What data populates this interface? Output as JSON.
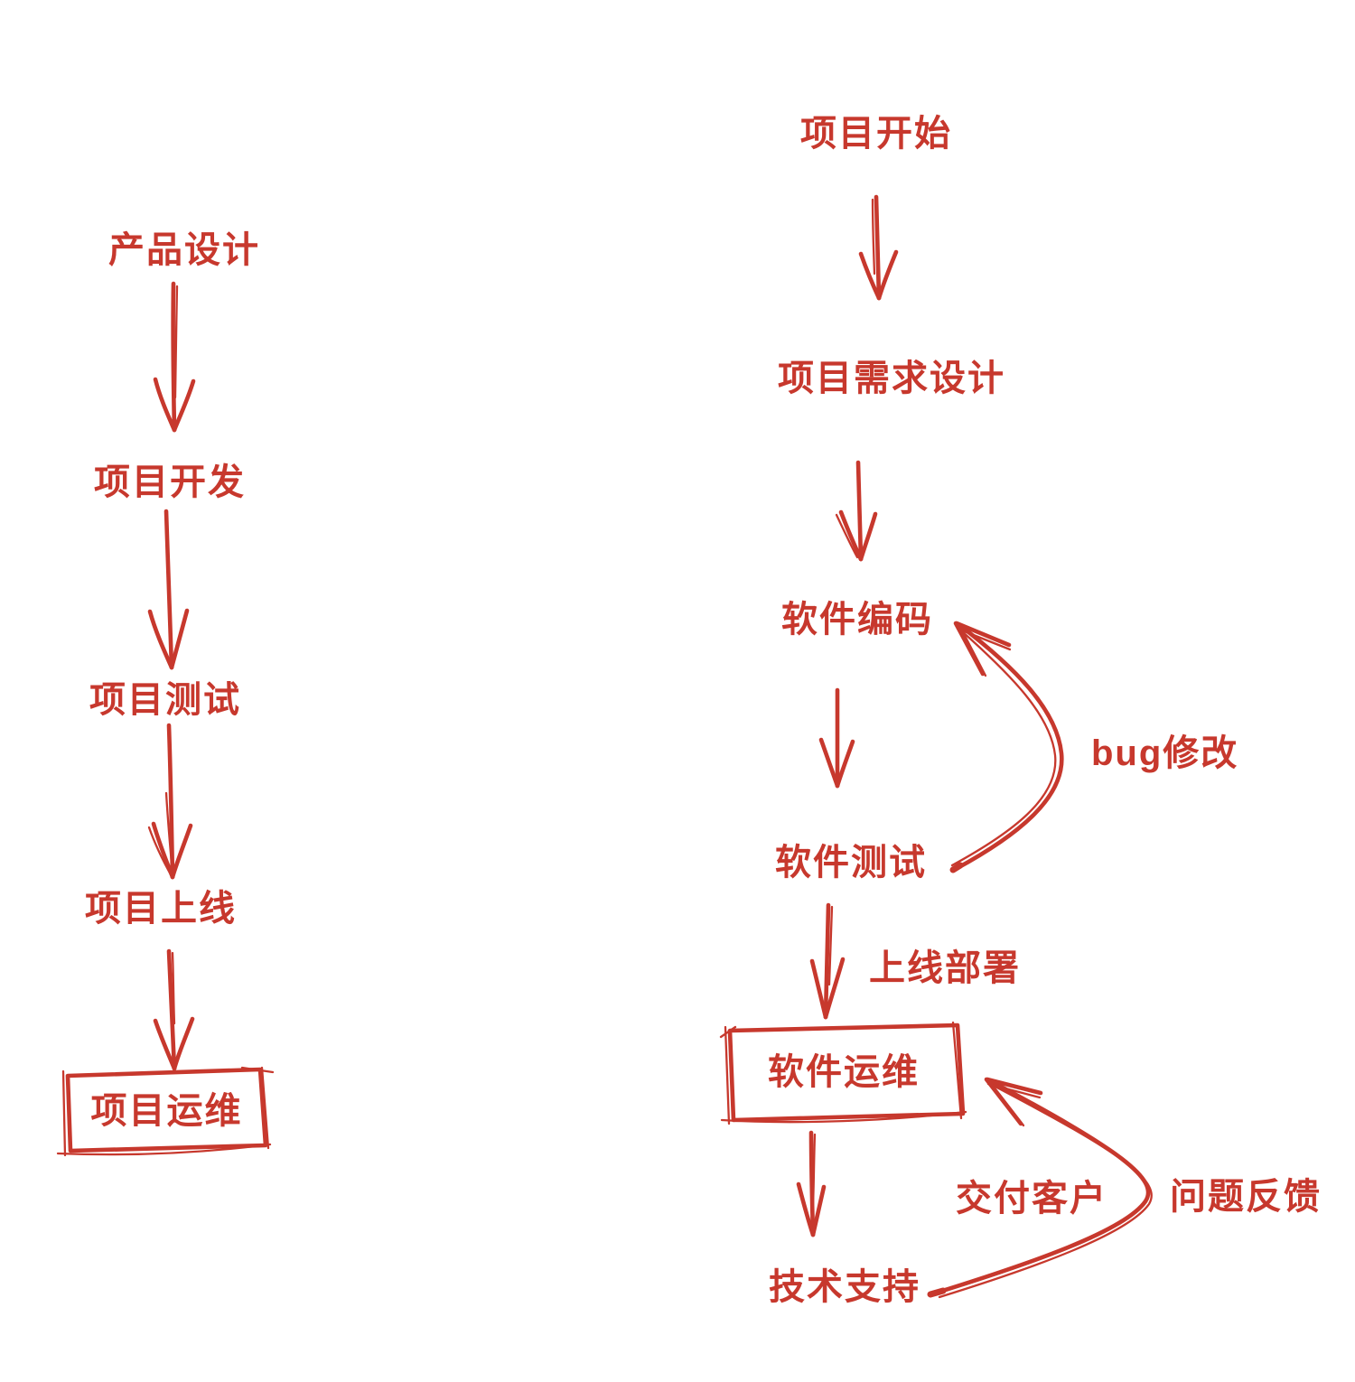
{
  "theme": {
    "accent_color": "#c7382d",
    "background_color": "#ffffff"
  },
  "diagram": {
    "style": "hand-drawn-red-marker-flowchart",
    "left_flow": {
      "nodes": [
        {
          "id": "product-design",
          "label": "产品设计",
          "boxed": false
        },
        {
          "id": "project-dev",
          "label": "项目开发",
          "boxed": false
        },
        {
          "id": "project-test",
          "label": "项目测试",
          "boxed": false
        },
        {
          "id": "project-launch",
          "label": "项目上线",
          "boxed": false
        },
        {
          "id": "project-ops",
          "label": "项目运维",
          "boxed": true
        }
      ]
    },
    "right_flow": {
      "nodes": [
        {
          "id": "project-start",
          "label": "项目开始",
          "boxed": false
        },
        {
          "id": "requirements-design",
          "label": "项目需求设计",
          "boxed": false
        },
        {
          "id": "software-coding",
          "label": "软件编码",
          "boxed": false
        },
        {
          "id": "software-testing",
          "label": "软件测试",
          "boxed": false
        },
        {
          "id": "software-ops",
          "label": "软件运维",
          "boxed": true
        },
        {
          "id": "tech-support",
          "label": "技术支持",
          "boxed": false
        }
      ],
      "edge_labels": [
        {
          "id": "bug-fix",
          "label": "bug修改",
          "between": "软件测试 → 软件编码"
        },
        {
          "id": "deploy",
          "label": "上线部署",
          "between": "软件测试 → 软件运维"
        },
        {
          "id": "deliver",
          "label": "交付客户",
          "between": "软件运维 → 技术支持"
        },
        {
          "id": "feedback",
          "label": "问题反馈",
          "between": "技术支持 → 软件运维"
        }
      ]
    }
  }
}
